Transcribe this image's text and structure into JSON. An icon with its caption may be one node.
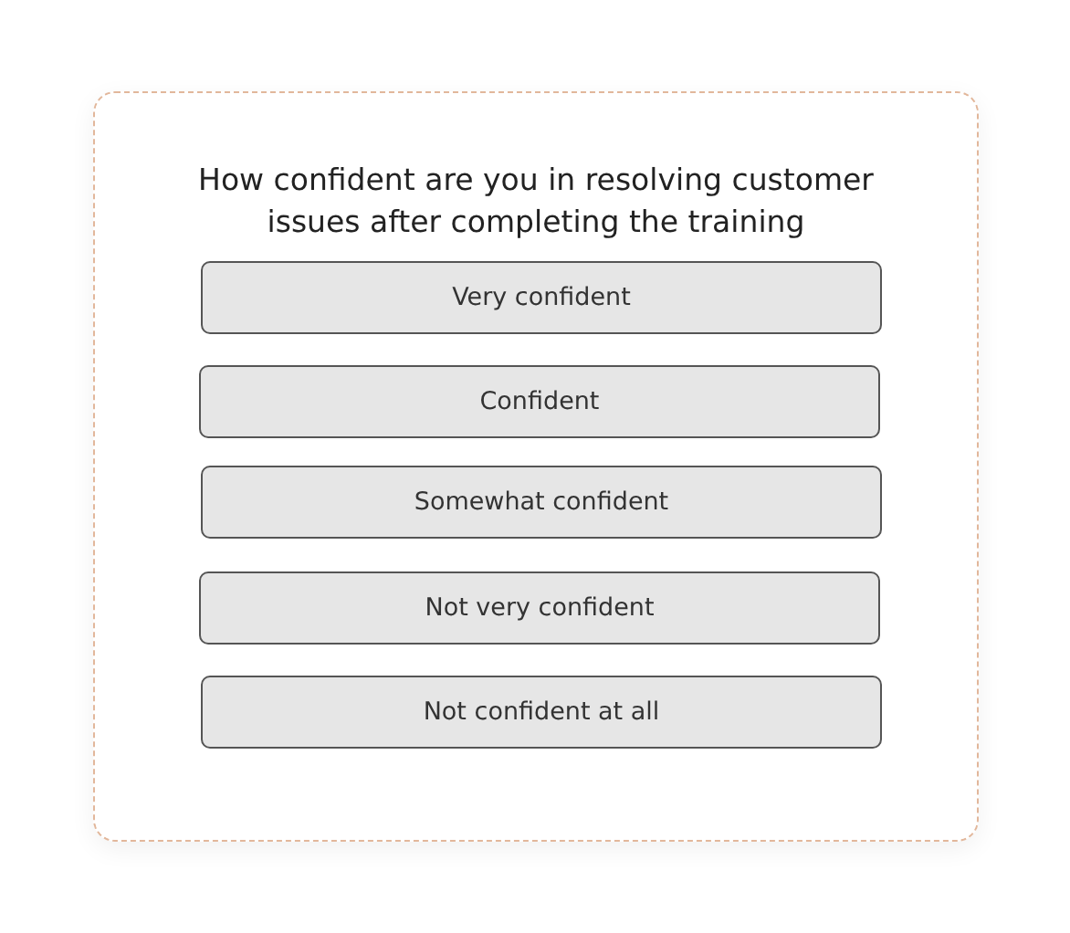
{
  "diagram": {
    "nodes": [
      {
        "text": [
          "How confident are you in resolving customer issues after completing the training"
        ]
      },
      {
        "text": [
          "Very confident"
        ],
        "in": 0
      },
      {
        "text": [
          "Confident"
        ],
        "in": 0
      },
      {
        "text": [
          "Somewhat confident"
        ],
        "in": 0
      },
      {
        "text": [
          "Not very confident"
        ],
        "in": 0
      },
      {
        "text": [
          "Not confident at all"
        ],
        "in": 0
      }
    ]
  }
}
